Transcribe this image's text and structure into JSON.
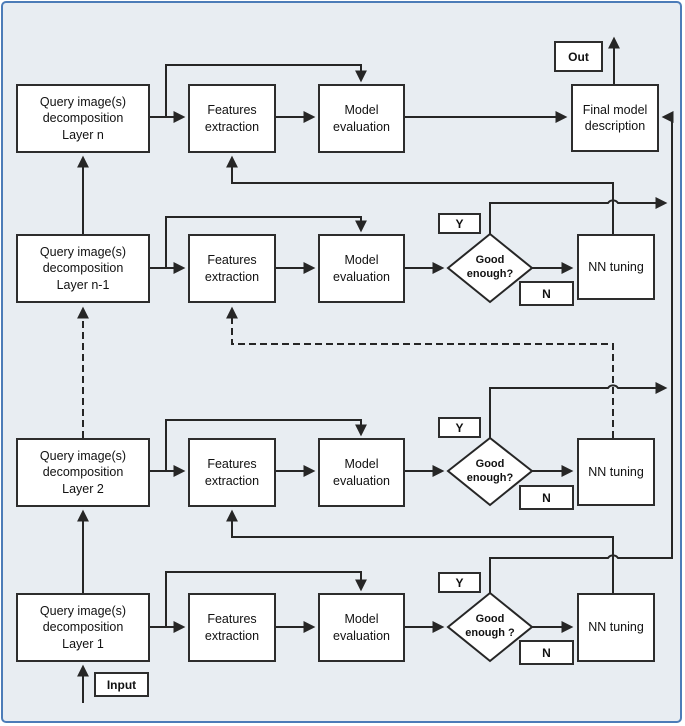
{
  "colors": {
    "canvas_background": "#e8edf2",
    "frame_border": "#4c7cb8",
    "line": "#262626",
    "box_fill": "#ffffff"
  },
  "io": {
    "input_label": "Input",
    "output_label": "Out"
  },
  "final_model": {
    "lines": [
      "Final model",
      "description"
    ]
  },
  "rows": [
    {
      "id": "layer-n",
      "query_lines": [
        "Query image(s)",
        "decomposition",
        "Layer n"
      ],
      "features_lines": [
        "Features",
        "extraction"
      ],
      "model_lines": [
        "Model",
        "evaluation"
      ]
    },
    {
      "id": "layer-n-1",
      "query_lines": [
        "Query image(s)",
        "decomposition",
        "Layer n-1"
      ],
      "features_lines": [
        "Features",
        "extraction"
      ],
      "model_lines": [
        "Model",
        "evaluation"
      ],
      "decision_lines": [
        "Good",
        "enough?"
      ],
      "yes_label": "Y",
      "no_label": "N",
      "nn_label": "NN tuning"
    },
    {
      "id": "layer-2",
      "query_lines": [
        "Query image(s)",
        "decomposition",
        "Layer 2"
      ],
      "features_lines": [
        "Features",
        "extraction"
      ],
      "model_lines": [
        "Model",
        "evaluation"
      ],
      "decision_lines": [
        "Good",
        "enough?"
      ],
      "yes_label": "Y",
      "no_label": "N",
      "nn_label": "NN tuning"
    },
    {
      "id": "layer-1",
      "query_lines": [
        "Query image(s)",
        "decomposition",
        "Layer 1"
      ],
      "features_lines": [
        "Features",
        "extraction"
      ],
      "model_lines": [
        "Model",
        "evaluation"
      ],
      "decision_lines": [
        "Good",
        "enough ?"
      ],
      "yes_label": "Y",
      "no_label": "N",
      "nn_label": "NN tuning"
    }
  ]
}
